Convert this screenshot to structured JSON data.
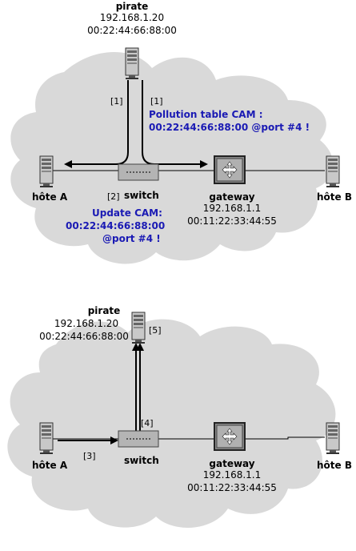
{
  "top": {
    "pirate": {
      "name": "pirate",
      "ip": "192.168.1.20",
      "mac": "00:22:44:66:88:00"
    },
    "hote_a": {
      "name": "hôte A"
    },
    "hote_b": {
      "name": "hôte B"
    },
    "switch": {
      "name": "switch"
    },
    "gateway": {
      "name": "gateway",
      "ip": "192.168.1.1",
      "mac": "00:11:22:33:44:55"
    },
    "step1_left": "[1]",
    "step1_right": "[1]",
    "step2": "[2]",
    "pollution": {
      "line1": "Pollution table CAM :",
      "line2": "00:22:44:66:88:00 @port #4 !"
    },
    "update": {
      "line1": "Update CAM:",
      "line2": "00:22:44:66:88:00",
      "line3": "@port #4 !"
    }
  },
  "bottom": {
    "pirate": {
      "name": "pirate",
      "ip": "192.168.1.20",
      "mac": "00:22:44:66:88:00"
    },
    "hote_a": {
      "name": "hôte A"
    },
    "hote_b": {
      "name": "hôte B"
    },
    "switch": {
      "name": "switch"
    },
    "gateway": {
      "name": "gateway",
      "ip": "192.168.1.1",
      "mac": "00:11:22:33:44:55"
    },
    "step3": "[3]",
    "step4": "[4]",
    "step5": "[5]"
  },
  "colors": {
    "cloud": "#d9d9d9",
    "annotation": "#1a1ab4",
    "device": "#a0a0a0"
  }
}
